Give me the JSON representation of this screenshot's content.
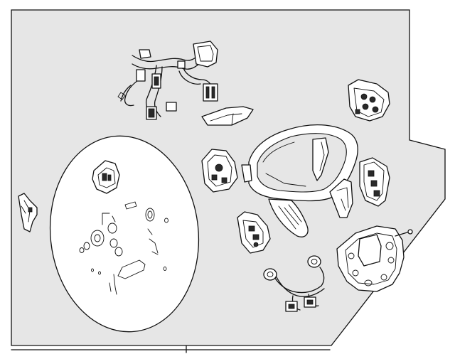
{
  "diagram": {
    "background_color": "#e6e6e6",
    "line_color": "#111111",
    "parts": [
      {
        "id": "steering-wheel",
        "icon": "steering-wheel-icon"
      },
      {
        "id": "wiring-harness-upper",
        "icon": "wiring-harness-icon"
      },
      {
        "id": "wiring-harness-lower",
        "icon": "wiring-harness-icon"
      },
      {
        "id": "switch-right-upper",
        "icon": "switch-icon"
      },
      {
        "id": "switch-right-middle",
        "icon": "switch-icon"
      },
      {
        "id": "switch-left-upper",
        "icon": "switch-icon"
      },
      {
        "id": "switch-left-lower",
        "icon": "switch-icon"
      },
      {
        "id": "cover-trim",
        "icon": "trim-cover-icon"
      },
      {
        "id": "clip-left",
        "icon": "clip-icon"
      },
      {
        "id": "bracket-plate",
        "icon": "bracket-icon"
      },
      {
        "id": "detail-ellipse",
        "icon": "zoom-detail-icon"
      }
    ]
  }
}
